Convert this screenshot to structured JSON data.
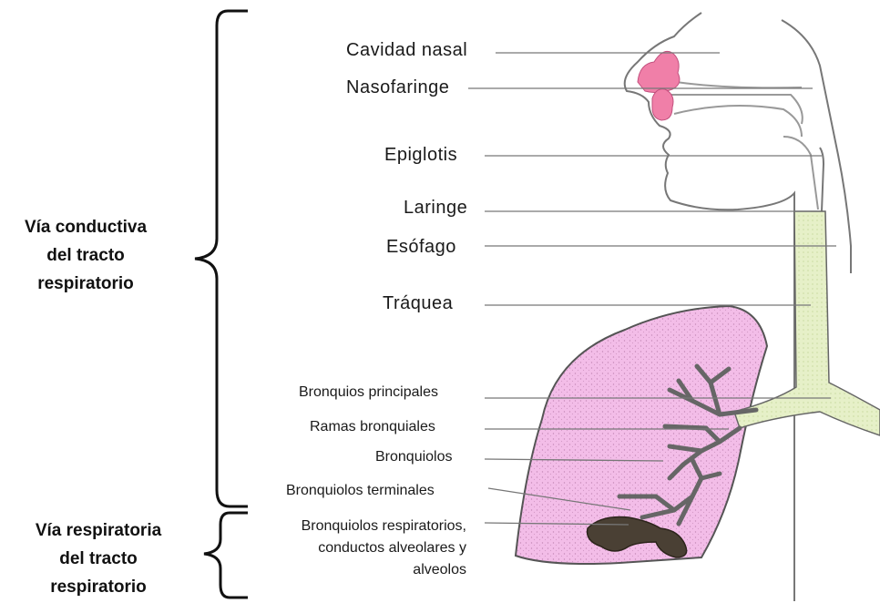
{
  "groups": {
    "conductive": [
      "Vía conductiva",
      "del tracto",
      "respiratorio"
    ],
    "respiratory": [
      "Vía respiratoria",
      "del tracto",
      "respiratorio"
    ]
  },
  "labels": {
    "cavidad_nasal": "Cavidad nasal",
    "nasofaringe": "Nasofaringe",
    "epiglotis": "Epiglotis",
    "laringe": "Laringe",
    "esofago": "Esófago",
    "traquea": "Tráquea",
    "bronquios_principales": "Bronquios principales",
    "ramas_bronquiales": "Ramas bronquiales",
    "bronquiolos": "Bronquiolos",
    "bronquiolos_terminales": "Bronquiolos terminales",
    "bronquiolos_respiratorios": [
      "Bronquiolos respiratorios,",
      "conductos alveolares y",
      "alveolos"
    ]
  },
  "colors": {
    "lung": "#f3bde8",
    "trachea": "#e6f0c8",
    "nasal": "#f07fa8",
    "alveoli": "#4a4034",
    "outline": "#555555"
  }
}
